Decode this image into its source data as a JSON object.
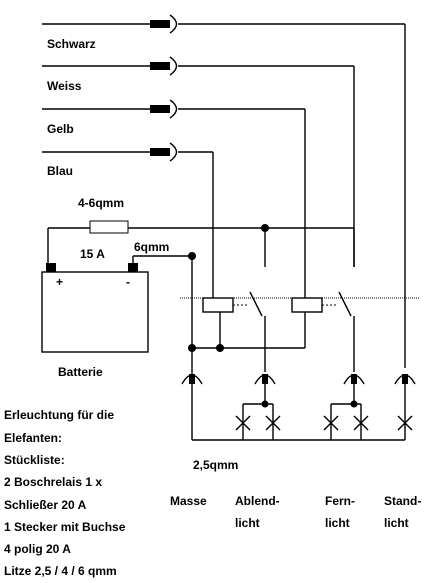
{
  "wire_labels": {
    "schwarz": "Schwarz",
    "weiss": "Weiss",
    "gelb": "Gelb",
    "blau": "Blau"
  },
  "fuse": {
    "rating_top": "4-6qmm",
    "current": "15 A",
    "cable": "6qmm"
  },
  "battery": {
    "name": "Batterie",
    "plus": "+",
    "minus": "-"
  },
  "bus_label": "2,5qmm",
  "outputs": {
    "masse": "Masse",
    "abblend_1": "Ablend-",
    "abblend_2": "licht",
    "fern_1": "Fern-",
    "fern_2": "licht",
    "stand_1": "Stand-",
    "stand_2": "licht"
  },
  "notes": [
    "Erleuchtung für die",
    "Elefanten:",
    "Stückliste:",
    "2 Boschrelais 1 x",
    "Schließer 20 A",
    "1 Stecker mit Buchse",
    "4 polig 20 A",
    "Litze 2,5 / 4 / 6 qmm"
  ]
}
